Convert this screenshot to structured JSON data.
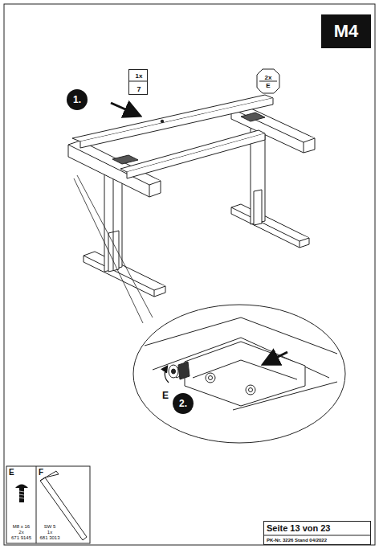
{
  "diagram": {
    "nodes": [
      {
        "text": [
          "M4"
        ]
      },
      {
        "text": [
          "1x",
          "7"
        ]
      },
      {
        "text": [
          "2x",
          "E"
        ]
      },
      {
        "text": [
          "1."
        ]
      },
      {
        "text": [
          "2."
        ]
      },
      {
        "text": [
          "E",
          "M8 x 16",
          "2x",
          "671 9145"
        ]
      },
      {
        "text": [
          "F",
          "SW 5",
          "1x",
          "681 3013"
        ]
      },
      {
        "text": [
          "Seite 13 von 23",
          "PK-Nr. 3226  Stand 04/2022"
        ]
      }
    ],
    "labels": [
      "E"
    ]
  }
}
